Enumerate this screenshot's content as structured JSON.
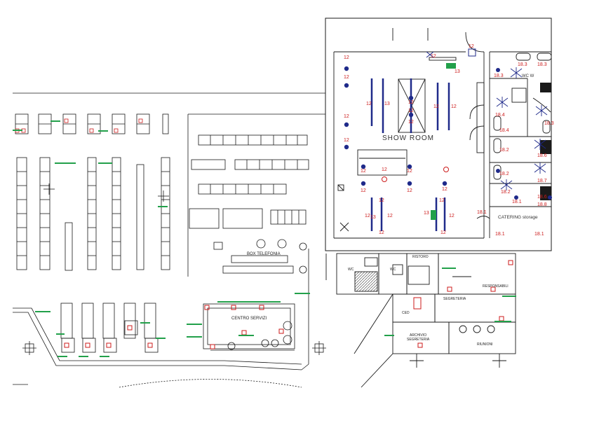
{
  "plan": {
    "rooms": {
      "show_room": "SHOW ROOM",
      "wc_w": "WC W",
      "catering": "CATERING storage",
      "box_telefonia": "BOX TELEFONIA",
      "centro_servizi": "CENTRO SERVIZI",
      "ristoro": "RISTORO",
      "wc_left": "WC",
      "wc_right": "WC",
      "ced": "CED",
      "segreteria": "SEGRETERIA",
      "responsabili": "RESPONSABILI",
      "archivio": "ARCHIVIO",
      "archivio_segreteria": "SEGRETERIA",
      "riunioni": "RIUNIONI"
    },
    "tags": {
      "t12": "12",
      "t13": "13",
      "t18_1": "18.1",
      "t18_2": "18.2",
      "t18_3": "18.3",
      "t18_4": "18.4",
      "t18_6": "18.6",
      "t18_7": "18.7",
      "t18_8": "18.8"
    },
    "colors": {
      "line": "#1a1a1a",
      "tag_red": "#cc1b1b",
      "device_blue": "#1f2a8a",
      "label_green": "#22a04a"
    }
  }
}
